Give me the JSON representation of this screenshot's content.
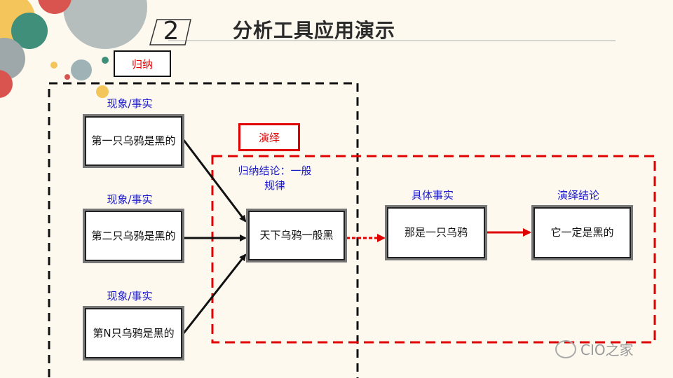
{
  "header": {
    "number": "2",
    "title": "分析工具应用演示"
  },
  "tags": {
    "induction": "归纳",
    "deduction": "演绎"
  },
  "labels": {
    "phenomenon_1": "现象/事实",
    "phenomenon_2": "现象/事实",
    "phenomenon_3": "现象/事实",
    "induction_conclusion": "归纳结论：一般规律",
    "specific_fact": "具体事实",
    "deduction_conclusion": "演绎结论"
  },
  "boxes": {
    "fact_1": "第一只乌鸦是黑的",
    "fact_2": "第二只乌鸦是黑的",
    "fact_n": "第N只乌鸦是黑的",
    "general_rule": "天下乌鸦一般黑",
    "specific": "那是一只乌鸦",
    "conclusion": "它一定是黑的"
  },
  "watermark": "CIO之家",
  "colors": {
    "red": "#e00000",
    "blue": "#1a1acc",
    "background": "#fdf9ef"
  }
}
